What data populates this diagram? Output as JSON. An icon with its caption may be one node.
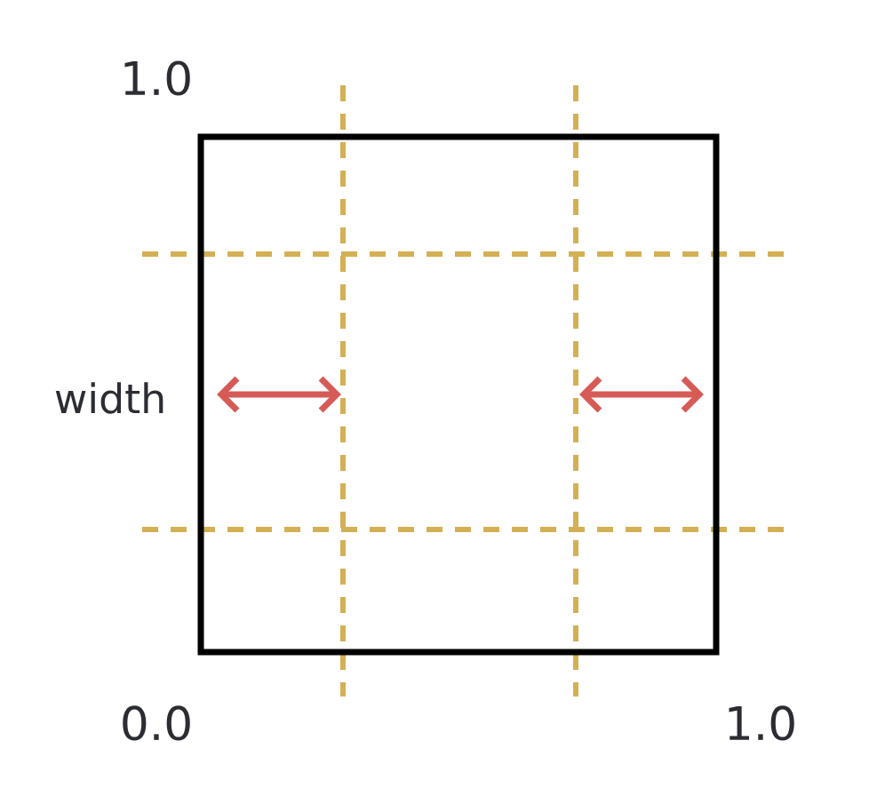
{
  "diagram": {
    "labels": [
      "1.0",
      "width",
      "0.0",
      "1.0"
    ]
  }
}
